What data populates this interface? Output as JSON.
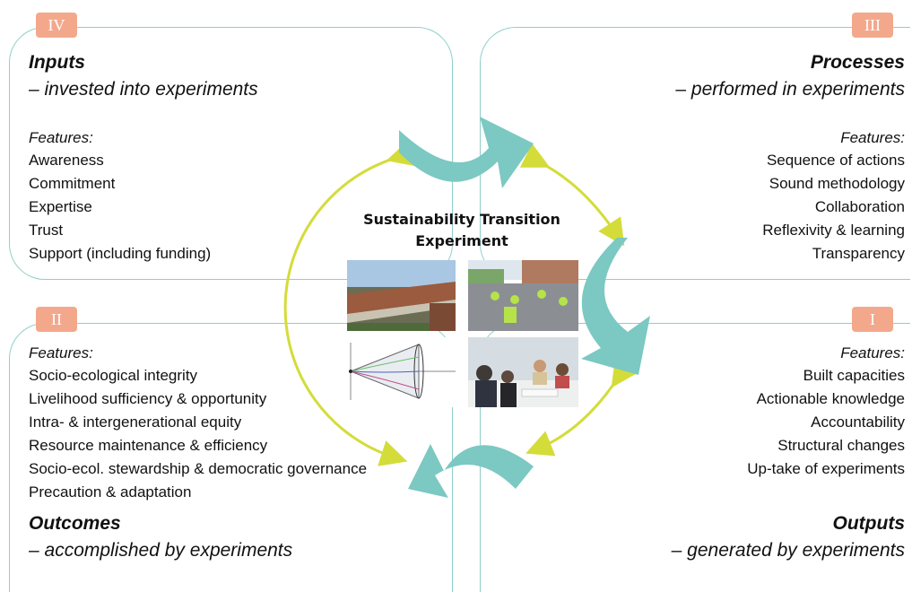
{
  "panels": {
    "inputs": {
      "badge": "IV",
      "title": "Inputs",
      "subtitle": "– invested into experiments",
      "features_heading": "Features:",
      "features": [
        "Awareness",
        "Commitment",
        "Expertise",
        "Trust",
        "Support (including funding)"
      ]
    },
    "processes": {
      "badge": "III",
      "title": "Processes",
      "subtitle": "– performed in experiments",
      "features_heading": "Features:",
      "features": [
        "Sequence of actions",
        "Sound methodology",
        "Collaboration",
        "Reflexivity & learning",
        "Transparency"
      ]
    },
    "outcomes": {
      "badge": "II",
      "title": "Outcomes",
      "subtitle": "– accomplished by experiments",
      "features_heading": "Features:",
      "features": [
        "Socio-ecological integrity",
        "Livelihood sufficiency & opportunity",
        "Intra- & intergenerational equity",
        "Resource maintenance & efficiency",
        "Socio-ecol. stewardship & democratic governance",
        "Precaution & adaptation"
      ]
    },
    "outputs": {
      "badge": "I",
      "title": "Outputs",
      "subtitle": "– generated by experiments",
      "features_heading": "Features:",
      "features": [
        "Built capacities",
        "Actionable knowledge",
        "Accountability",
        "Structural changes",
        "Up-take of experiments"
      ]
    }
  },
  "center": {
    "title_line1": "Sustainability Transition",
    "title_line2": "Experiment"
  },
  "colors": {
    "frame": "#8fcfc9",
    "arrow": "#7cc8c2",
    "cycle": "#d4dc3a",
    "badge": "#f3a88c"
  }
}
